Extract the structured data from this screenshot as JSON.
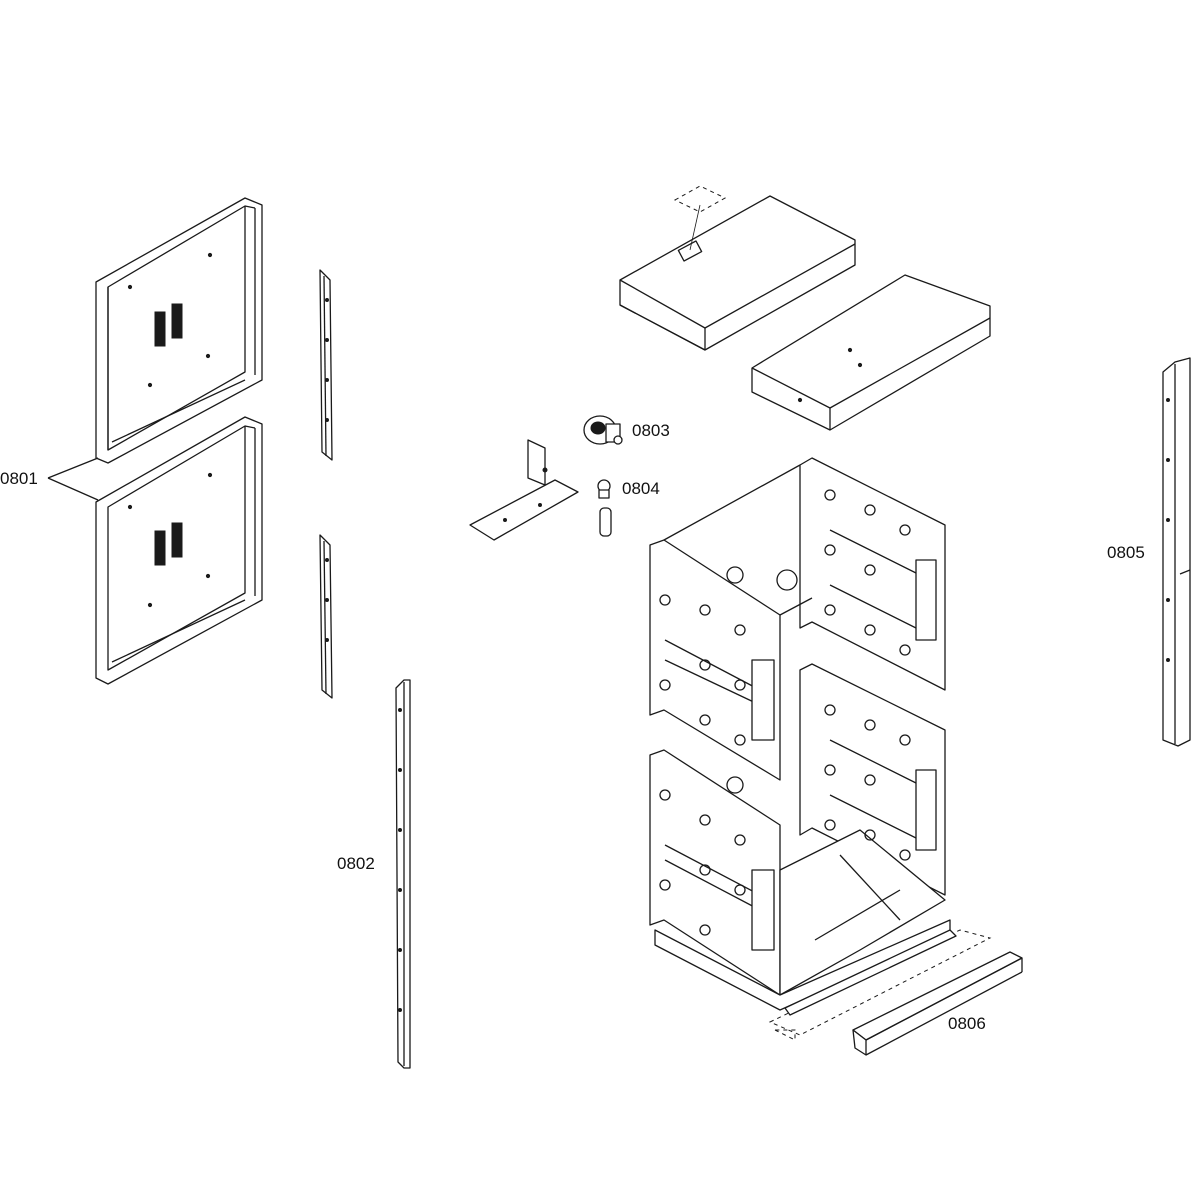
{
  "labels": {
    "p0801": "0801",
    "p0802": "0802",
    "p0803": "0803",
    "p0804": "0804",
    "p0805": "0805",
    "p0806": "0806"
  }
}
